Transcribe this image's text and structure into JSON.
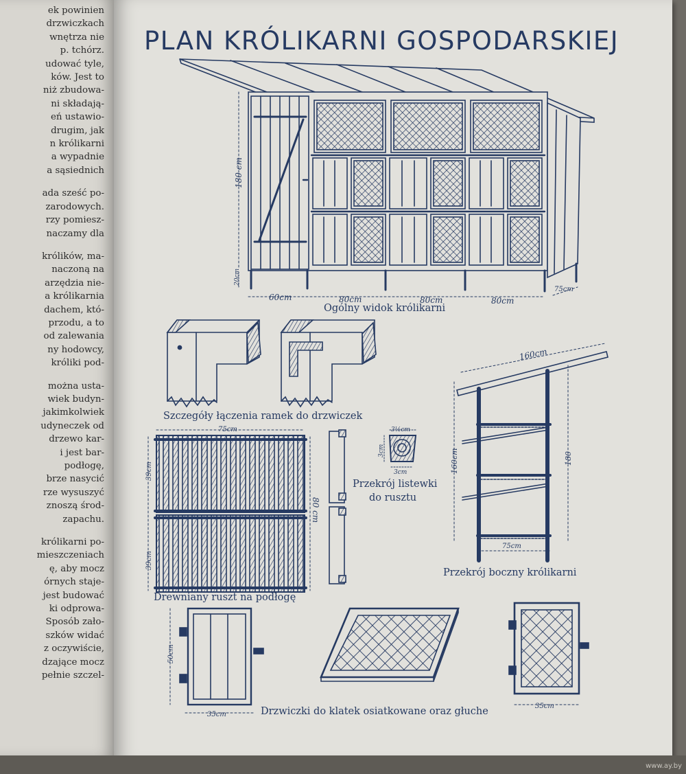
{
  "left_page": {
    "lines": [
      "ek powinien",
      "drzwiczkach",
      "wnętrza nie",
      "p. tchórz.",
      "udować tyle,",
      "ków. Jest to",
      "niż zbudowa-",
      "ni składają-",
      "eń ustawio-",
      "drugim, jak",
      "n królikarni",
      "a wypadnie",
      "a sąsiednich",
      "",
      "ada sześć po-",
      "zarodowych.",
      "rzy pomiesz-",
      "naczamy dla",
      "",
      "królików, ma-",
      "naczoną na",
      "arzędzia nie-",
      "a królikarnia",
      "dachem, któ-",
      "przodu, a to",
      "od zalewania",
      "ny hodowcy,",
      "króliki pod-",
      "",
      "można usta-",
      "wiek budyn-",
      "jakimkolwiek",
      "udyneczek od",
      "drzewo kar-",
      "i jest bar-",
      "podłogę,",
      "brze nasycić",
      "rze wysuszyć",
      "znoszą środ-",
      "zapachu.",
      "",
      "królikarni po-",
      "mieszczeniach",
      "ę, aby mocz",
      "órnych staje-",
      "jest budować",
      "ki odprowa-",
      "Sposób zało-",
      "szków widać",
      "z oczywiście,",
      "dzające mocz",
      "pełnie szczel-"
    ]
  },
  "right_page": {
    "title": "PLAN KRÓLIKARNI GOSPODARSKIEJ",
    "captions": {
      "general_view": "Ogólny widok królikarni",
      "joint_details": "Szczegóły łączenia ramek do drzwiczek",
      "slat_section_1": "Przekrój listewki",
      "slat_section_2": "do rusztu",
      "side_section": "Przekrój boczny królikarni",
      "floor_grate": "Drewniany ruszt na podłogę",
      "cage_doors": "Drzwiczki do klatek osiatkowane oraz głuche"
    },
    "dimensions": {
      "height_main": "180 cm",
      "leg_height": "20cm",
      "width_1": "60cm",
      "width_2": "80cm",
      "width_3": "80cm",
      "width_4": "80cm",
      "depth": "75cm",
      "roof_len": "160cm",
      "side_height_front": "160cm",
      "side_height_back": "180",
      "side_depth": "75cm",
      "grate_width": "75cm",
      "grate_height": "80 cm",
      "grate_seg_top": "39cm",
      "grate_seg_bottom": "39cm",
      "slat_top": "3½cm",
      "slat_side": "3cm",
      "slat_bottom": "3cm",
      "door_height": "50cm",
      "door_width": "35cm",
      "mesh_door_width": "35cm"
    },
    "ink_color": "#263a62",
    "paper_color": "#e2e1dc"
  },
  "watermark": "www.ay.by"
}
